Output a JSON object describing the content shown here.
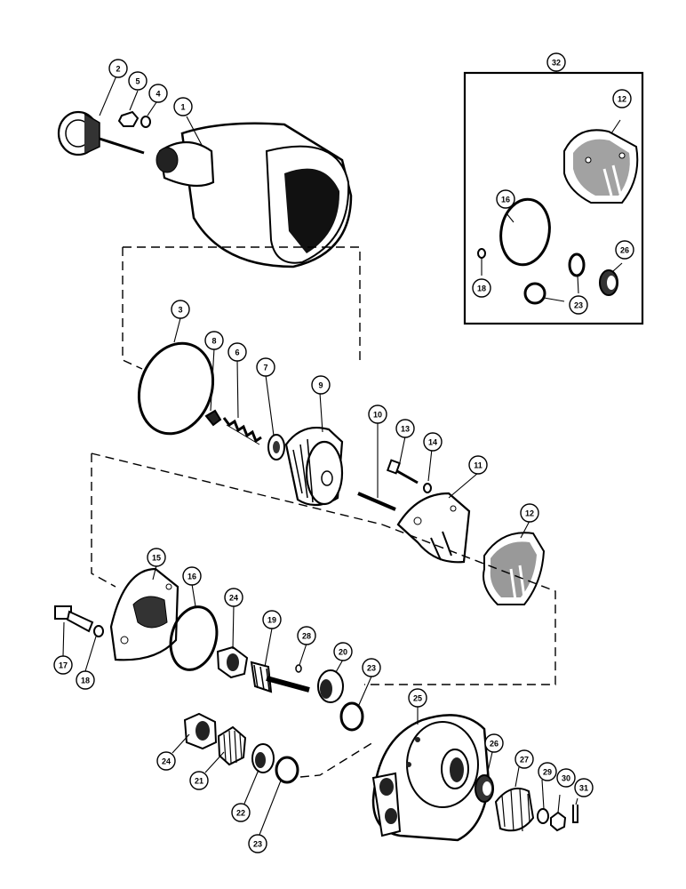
{
  "callouts": {
    "c1": "1",
    "c2": "2",
    "c3": "3",
    "c4": "4",
    "c5": "5",
    "c6": "6",
    "c7": "7",
    "c8": "8",
    "c9": "9",
    "c10": "10",
    "c11": "11",
    "c12a": "12",
    "c12b": "12",
    "c13": "13",
    "c14": "14",
    "c15": "15",
    "c16a": "16",
    "c16b": "16",
    "c17": "17",
    "c18a": "18",
    "c18b": "18",
    "c19": "19",
    "c20": "20",
    "c21": "21",
    "c22": "22",
    "c23a": "23",
    "c23b": "23",
    "c23c": "23",
    "c24a": "24",
    "c24b": "24",
    "c25": "25",
    "c26a": "26",
    "c26b": "26",
    "c27": "27",
    "c28": "28",
    "c29": "29",
    "c30": "30",
    "c31": "31",
    "c32": "32"
  }
}
